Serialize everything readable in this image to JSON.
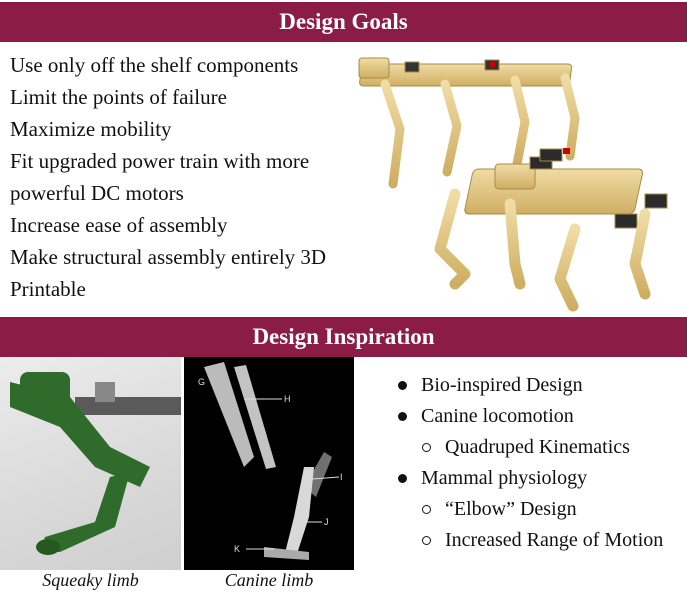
{
  "sections": {
    "goals_title": "Design Goals",
    "inspiration_title": "Design Inspiration"
  },
  "goals": [
    "Use only off the shelf components",
    "Limit the points of failure",
    "Maximize mobility",
    "Fit upgraded power train with more",
    "powerful DC motors",
    "Increase ease of assembly",
    "Make structural assembly entirely 3D",
    "Printable"
  ],
  "xray_labels": [
    "G",
    "H",
    "I",
    "J",
    "K"
  ],
  "captions": {
    "squeaky": "Squeaky limb",
    "canine": "Canine limb"
  },
  "inspiration": [
    {
      "text": "Bio-inspired Design",
      "level": 1
    },
    {
      "text": "Canine locomotion",
      "level": 1
    },
    {
      "text": "Quadruped Kinematics",
      "level": 2
    },
    {
      "text": "Mammal physiology",
      "level": 1
    },
    {
      "text": "“Elbow” Design",
      "level": 2
    },
    {
      "text": "Increased Range of Motion",
      "level": 2
    }
  ],
  "colors": {
    "banner": "#8b1c45",
    "robot_body": "#e3c987",
    "limb_green": "#2f6b2a"
  }
}
